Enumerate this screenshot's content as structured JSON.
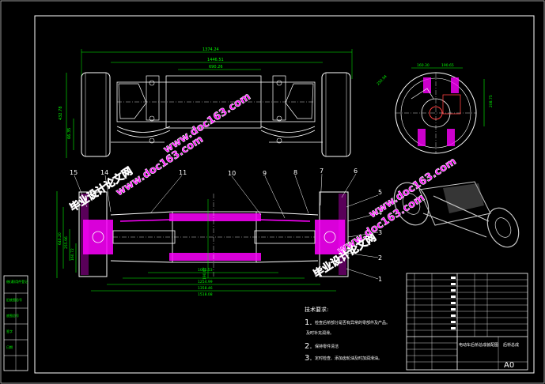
{
  "drawing": {
    "title_block_name": "电动车后桥总成装配图",
    "title_block_small": "后桥总成",
    "sheet_size": "A0",
    "left_strip_cells": [
      "借(通)用件登记",
      "旧底图总号",
      "底图总号",
      "签字",
      "日期"
    ],
    "tech_req": {
      "heading": "技术要求:",
      "items": [
        {
          "num": "1.",
          "text": "检查后桥部分是否有异常的零部件及产品。"
        },
        {
          "num": "",
          "text": "及时补充润滑。"
        },
        {
          "num": "2.",
          "text": "保持零件清洁"
        },
        {
          "num": "3.",
          "text": "定时检查、添加齿轮油及时加润滑油。"
        }
      ]
    },
    "part_numbers": [
      "1",
      "2",
      "3",
      "4",
      "5",
      "6",
      "7",
      "8",
      "9",
      "10",
      "11",
      "14",
      "15"
    ],
    "dimensions": {
      "top_overall": "1374.24",
      "top_mid": "1446.51",
      "top_inner": "690.26",
      "left_v1": "432.78",
      "left_v2": "66.35",
      "bottom_d1": "1065.53",
      "bottom_d2": "1254.99",
      "bottom_d3": "1358.46",
      "bottom_d4": "1518.08",
      "center_v": "190.87",
      "left_v3": "640.20",
      "left_v4": "255.96",
      "left_v5": "160.72",
      "side_h1": "160.30",
      "side_h2": "190.65",
      "side_diag": "250.94",
      "side_v": "208.75"
    },
    "watermarks": [
      "毕业设计论文网",
      "www.doc163.com"
    ]
  },
  "colors": {
    "background": "#000000",
    "frame": "#ffffff",
    "magenta": "#ff00ff",
    "dim_green": "#00ff00",
    "cyan": "#00ffff",
    "wheel_gray": "#c8c8c8",
    "hub_red": "#ff4040",
    "text_white": "#ffffff"
  }
}
